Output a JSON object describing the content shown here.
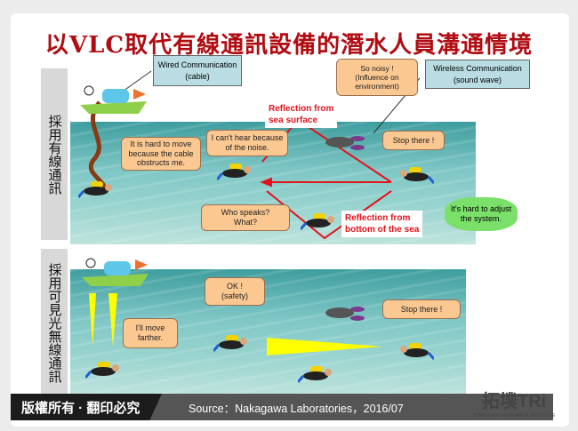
{
  "title": "以VLC取代有線通訊設備的潛水人員溝通情境",
  "sections": {
    "wired": "採用有線通訊",
    "vlc": "採用可見光無線通訊"
  },
  "top": {
    "wired_box": [
      "Wired Communication",
      "(cable)"
    ],
    "wireless_box": [
      "Wireless Communication",
      "(sound wave)"
    ],
    "noisy": [
      "So noisy !",
      "(Influence on",
      "environment)"
    ],
    "reflection_surface": [
      "Reflection from",
      "sea surface"
    ],
    "reflection_bottom": [
      "Reflection from",
      "bottom of the sea"
    ],
    "hard_move": [
      "It is hard to move",
      "because the cable",
      "obstructs me."
    ],
    "cant_hear": [
      "I can't hear because",
      "of the noise."
    ],
    "stop": "Stop there !",
    "who": [
      "Who speaks?",
      "What?"
    ],
    "hard_adjust": [
      "It's hard to adjust",
      "the system."
    ]
  },
  "bottom": {
    "move": [
      "I'll move",
      "farther."
    ],
    "ok": [
      "OK !",
      "(safety)"
    ],
    "stop": "Stop there !"
  },
  "footer": {
    "copyright": "版權所有 · 翻印必究",
    "source": "Source：Nakagawa Laboratories，2016/07"
  },
  "logo": {
    "name": "拓墣TRi",
    "sub": "TOPOLOGY RESEARCH INSTITUTE"
  },
  "colors": {
    "title": "#b00c12",
    "arrow": "#e0141c",
    "light": "#ffff00",
    "bubble": "#fbc892"
  }
}
